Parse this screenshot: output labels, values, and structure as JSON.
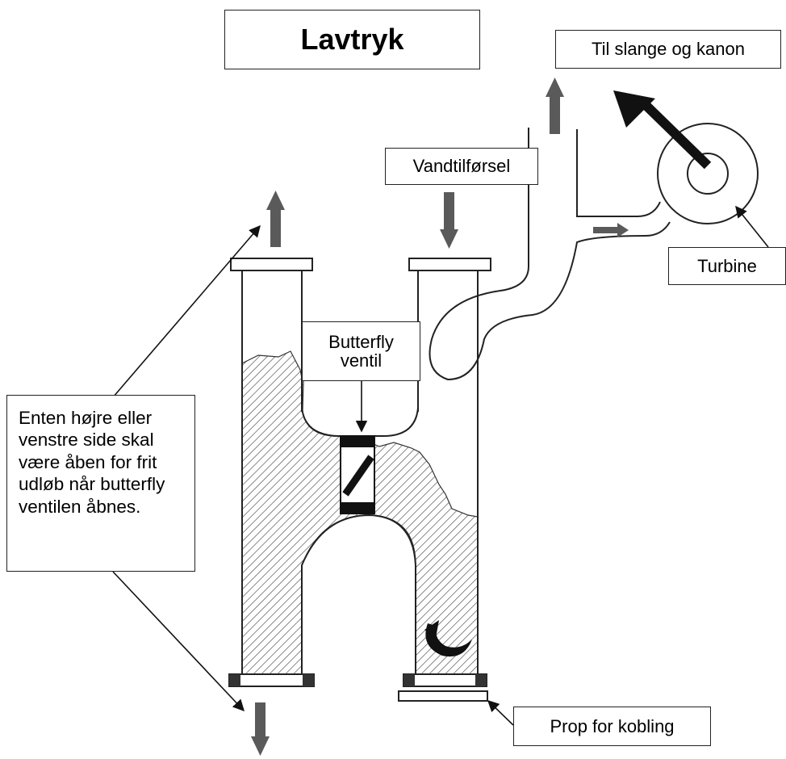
{
  "title": "Lavtryk",
  "labels": {
    "outlet": "Til slange og kanon",
    "water_supply": "Vandtilførsel",
    "turbine": "Turbine",
    "plug": "Prop for kobling",
    "butterfly_line1": "Butterfly",
    "butterfly_line2": "ventil",
    "note": "Enten højre eller venstre side skal være åben for frit udløb når butterfly ventilen åbnes."
  },
  "colors": {
    "arrow_fill": "#5a5a5a",
    "hatch": "#555555",
    "dark": "#1a1a1a",
    "flange": "#ffffff"
  }
}
